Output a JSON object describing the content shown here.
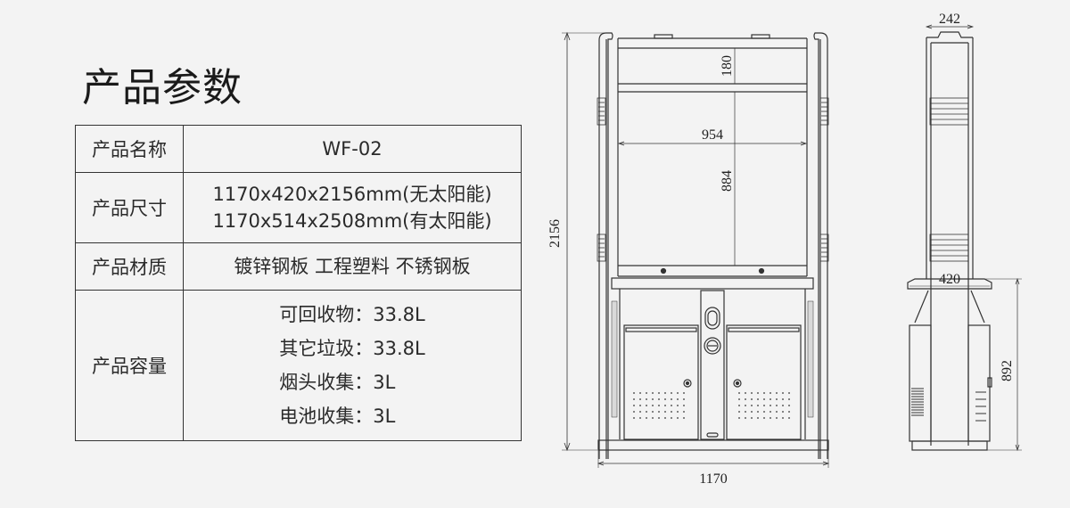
{
  "title": "产品参数",
  "spec_table": {
    "rows": [
      {
        "key": "产品名称",
        "values": [
          "WF-02"
        ]
      },
      {
        "key": "产品尺寸",
        "values": [
          "1170x420x2156mm(无太阳能)",
          "1170x514x2508mm(有太阳能)"
        ]
      },
      {
        "key": "产品材质",
        "values": [
          "镀锌钢板 工程塑料 不锈钢板"
        ]
      },
      {
        "key": "产品容量",
        "values": [
          "可回收物：33.8L",
          "其它垃圾：33.8L",
          "烟头收集：3L",
          "电池收集：3L"
        ]
      }
    ]
  },
  "drawing": {
    "front_view": {
      "dimensions": {
        "total_height": "2156",
        "total_width": "1170",
        "top_panel_height": "180",
        "display_width": "954",
        "display_height": "884"
      }
    },
    "side_view": {
      "dimensions": {
        "top_width": "242",
        "base_width": "420",
        "lower_height": "892"
      }
    },
    "line_color": "#333333"
  }
}
